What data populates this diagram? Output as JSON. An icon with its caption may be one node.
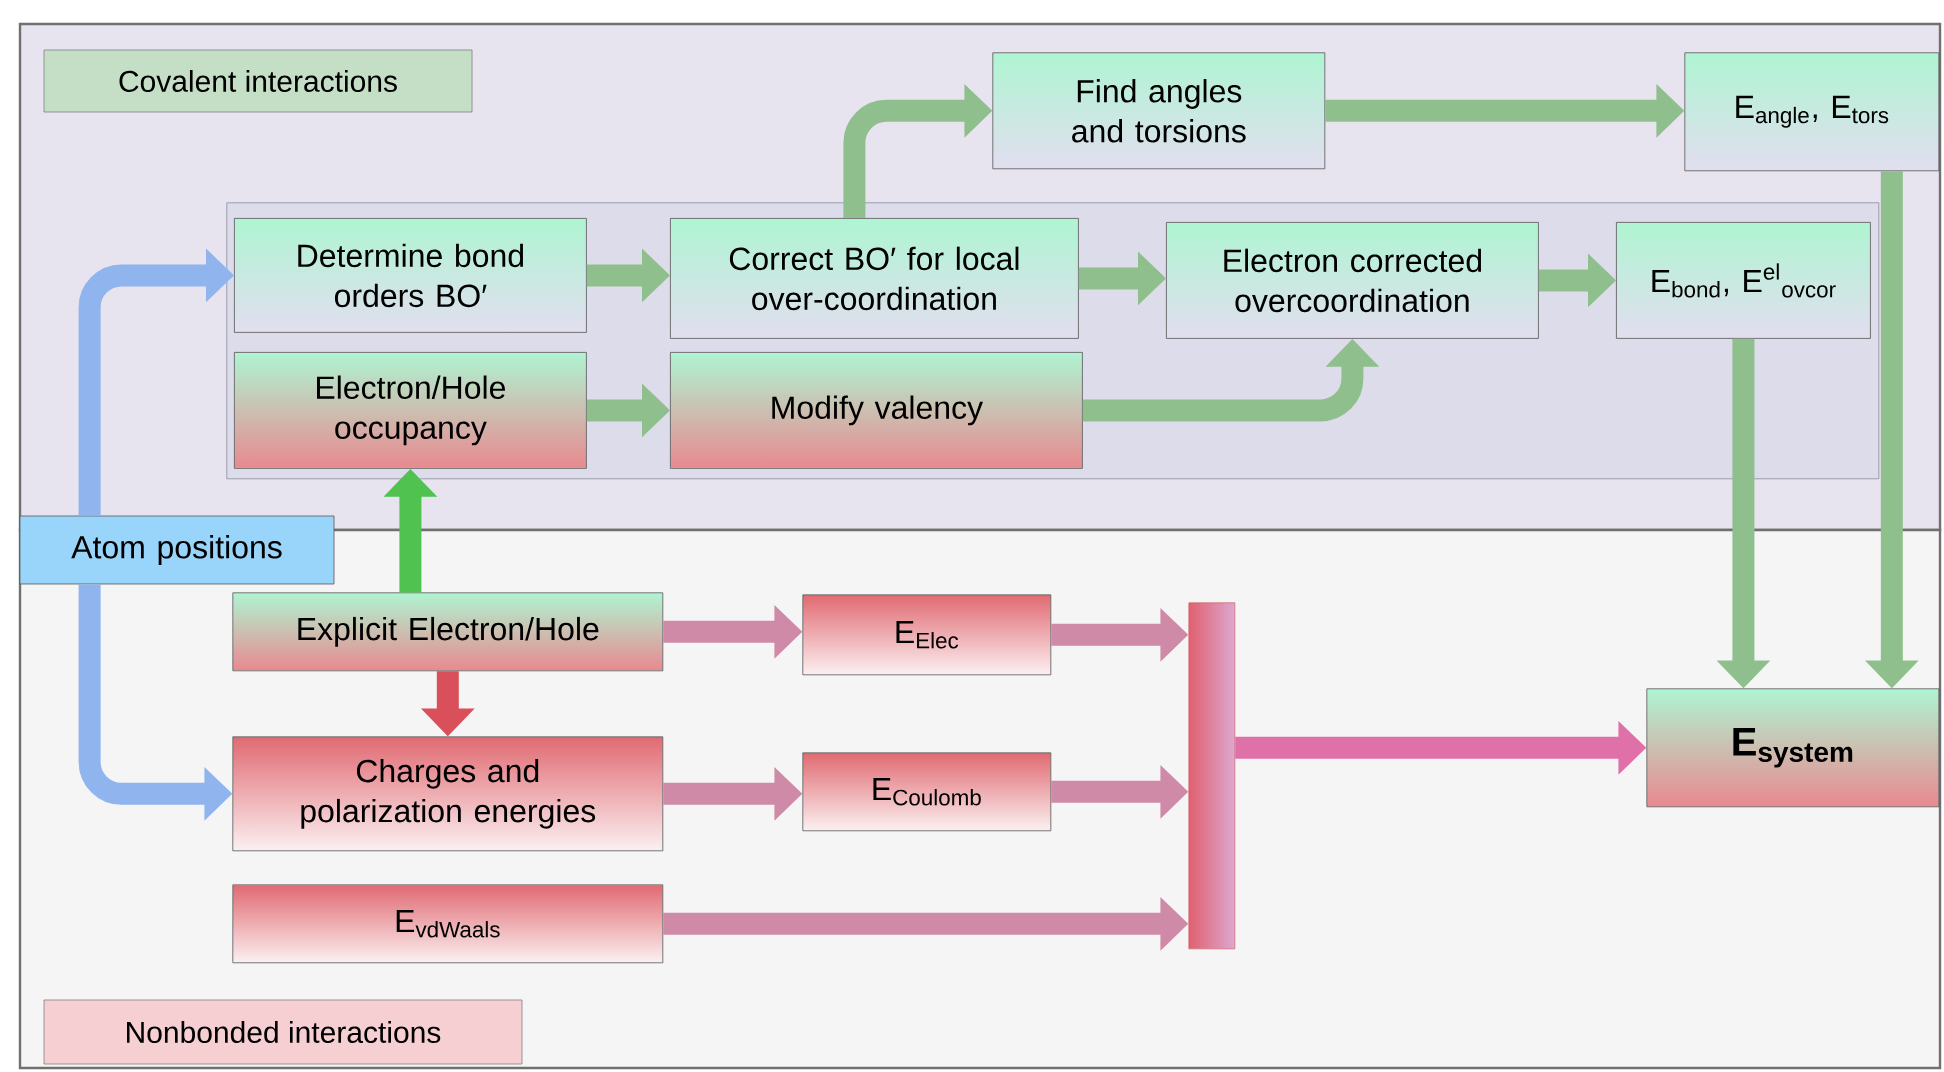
{
  "diagram": {
    "nodes": [
      {
        "text": [
          "Covalent interactions"
        ]
      },
      {
        "text": [
          "Nonbonded interactions"
        ]
      },
      {
        "text": [],
        "shape": "box",
        "in": 0
      },
      {
        "text": [
          "Determine bond orders BO′"
        ],
        "in": 2
      },
      {
        "text": [
          "Correct BO′ for local over-coordination"
        ],
        "in": 2
      },
      {
        "text": [
          "Electron corrected overcoordination"
        ],
        "in": 2
      },
      {
        "text": [
          "E$_{bond}$, E$^{el}$$_{ovcor}$"
        ],
        "in": 2
      },
      {
        "text": [
          "Electron/Hole occupancy"
        ],
        "in": 2
      },
      {
        "text": [
          "Modify valency"
        ],
        "in": 2
      },
      {
        "text": [
          "Find angles and torsions"
        ],
        "in": 0
      },
      {
        "text": [
          "E$_{angle}$, E$_{tors}$"
        ],
        "in": 0
      },
      {
        "text": [
          "Atom positions"
        ]
      },
      {
        "text": [
          "Explicit Electron/Hole"
        ],
        "in": 1
      },
      {
        "text": [
          "Charges and polarization energies"
        ],
        "in": 1
      },
      {
        "text": [
          "E$_{vdWaals}$"
        ],
        "in": 1
      },
      {
        "text": [
          "E$_{Elec}$"
        ],
        "in": 1
      },
      {
        "text": [
          "E$_{Coulomb}$"
        ],
        "in": 1
      },
      {
        "text": [],
        "shape": "bar",
        "in": 1
      },
      {
        "text": [
          "E$_{system}$"
        ],
        "in": 1
      }
    ],
    "edges": [
      {
        "from": 11,
        "to": 3,
        "arrow": "to",
        "color": "#8fb4ee"
      },
      {
        "from": 11,
        "to": 13,
        "arrow": "to",
        "color": "#8fb4ee"
      },
      {
        "from": 3,
        "to": 4,
        "arrow": "to"
      },
      {
        "from": 4,
        "to": 9,
        "arrow": "to"
      },
      {
        "from": 9,
        "to": 10,
        "arrow": "to"
      },
      {
        "from": 4,
        "to": 5,
        "arrow": "to"
      },
      {
        "from": 5,
        "to": 6,
        "arrow": "to"
      },
      {
        "from": 7,
        "to": 8,
        "arrow": "to"
      },
      {
        "from": 8,
        "to": 5,
        "arrow": "to"
      },
      {
        "from": 12,
        "to": 7,
        "arrow": "to",
        "color": "#4fc24f"
      },
      {
        "from": 12,
        "to": 13,
        "arrow": "to",
        "color": "#d9505a"
      },
      {
        "from": 12,
        "to": 15,
        "arrow": "to",
        "color": "#cf8aa8"
      },
      {
        "from": 13,
        "to": 16,
        "arrow": "to",
        "color": "#cf8aa8"
      },
      {
        "from": 14,
        "to": 17,
        "arrow": "to",
        "color": "#cf8aa8"
      },
      {
        "from": 15,
        "to": 17,
        "arrow": "to",
        "color": "#cf8aa8"
      },
      {
        "from": 16,
        "to": 17,
        "arrow": "to",
        "color": "#cf8aa8"
      },
      {
        "from": 17,
        "to": 18,
        "arrow": "to",
        "color": "#e070a8"
      },
      {
        "from": 6,
        "to": 18,
        "arrow": "to"
      },
      {
        "from": 10,
        "to": 18,
        "arrow": "to"
      }
    ]
  }
}
